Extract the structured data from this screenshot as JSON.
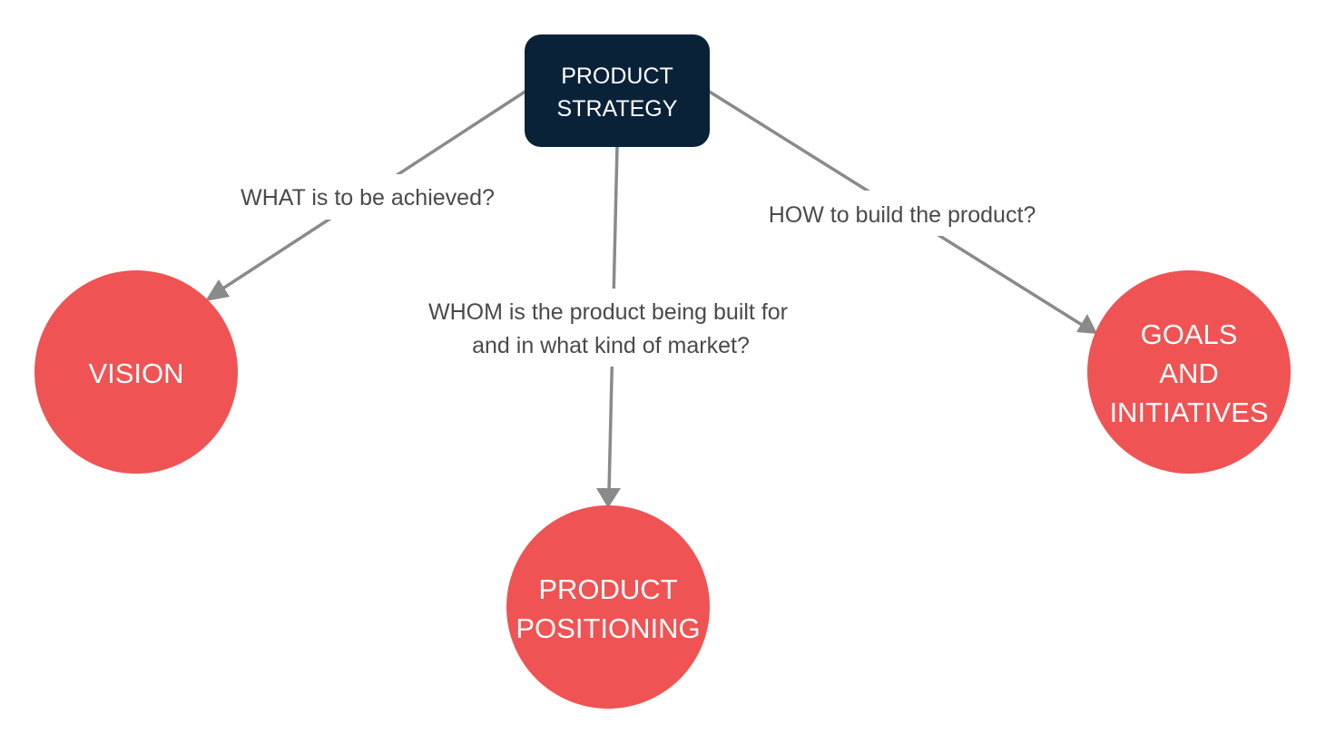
{
  "diagram": {
    "center": {
      "line1": "PRODUCT",
      "line2": "STRATEGY",
      "color": "#0a2238"
    },
    "nodes": {
      "vision": {
        "line1": "VISION"
      },
      "positioning": {
        "line1": "PRODUCT",
        "line2": "POSITIONING"
      },
      "goals": {
        "line1": "GOALS",
        "line2": "AND",
        "line3": "INITIATIVES"
      },
      "color": "#ef5353"
    },
    "edges": {
      "what": {
        "label": "WHAT is to be achieved?"
      },
      "whom": {
        "line1": "WHOM is the product being built for",
        "line2": "and in what kind of market?"
      },
      "how": {
        "label": "HOW to build the product?"
      },
      "color": "#8a8a8a"
    }
  }
}
